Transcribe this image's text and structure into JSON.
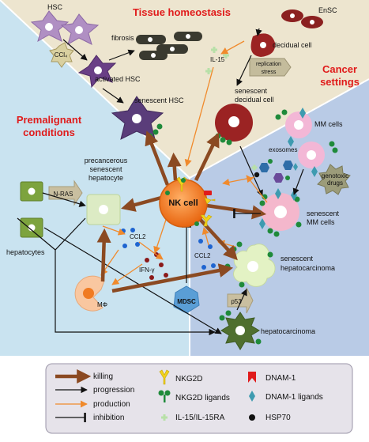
{
  "sections": {
    "tissue": "Tissue homeostasis",
    "cancer_line1": "Cancer",
    "cancer_line2": "settings",
    "premalignant_line1": "Premalignant",
    "premalignant_line2": "conditions"
  },
  "nodes": {
    "hsc": "HSC",
    "ccl4": "CCl₄",
    "fibrosis": "fibrosis",
    "activated_hsc": "activated HSC",
    "senescent_hsc": "senescent HSC",
    "ensc": "EnSC",
    "decidual_cell": "decidual cell",
    "il15": "IL-15",
    "replication_stress_1": "replication",
    "replication_stress_2": "stress",
    "senescent_decidual_1": "senescent",
    "senescent_decidual_2": "decidual cell",
    "nk_cell": "NK cell",
    "mm_cells": "MM cells",
    "exosomes": "exosomes",
    "genotoxic_1": "genotoxic",
    "genotoxic_2": "drugs",
    "senescent_mm_1": "senescent",
    "senescent_mm_2": "MM cells",
    "precancerous_1": "precancerous",
    "precancerous_2": "senescent",
    "precancerous_3": "hepatocyte",
    "nras": "N-RAS",
    "hepatocytes": "hepatocytes",
    "ccl2_left": "CCL2",
    "ifng": "IFN-γ",
    "macrophage": "MΦ",
    "mdsc": "MDSC",
    "ccl2_right": "CCL2",
    "senescent_hcc_1": "senescent",
    "senescent_hcc_2": "hepatocarcinoma",
    "p53": "p53",
    "hepatocarcinoma": "hepatocarcinoma"
  },
  "legend": {
    "killing": "killing",
    "progression": "progression",
    "production": "production",
    "inhibition": "inhibition",
    "nkg2d": "NKG2D",
    "nkg2d_ligands": "NKG2D ligands",
    "il15_il15ra": "IL-15/IL-15RA",
    "dnam1": "DNAM-1",
    "dnam1_ligands": "DNAM-1 ligands",
    "hsp70": "HSP70"
  },
  "colors": {
    "killing": "#8b4a22",
    "production": "#f08a2c",
    "title_red": "#e01b1b",
    "tissue_bg": "#ede5cf",
    "premalignant_bg": "#c9e3f0",
    "cancer_bg": "#b9cbe6",
    "nk_cell": "#f07b22",
    "nkg2d": "#f2d21c",
    "ligand_green": "#1f8a3a"
  }
}
